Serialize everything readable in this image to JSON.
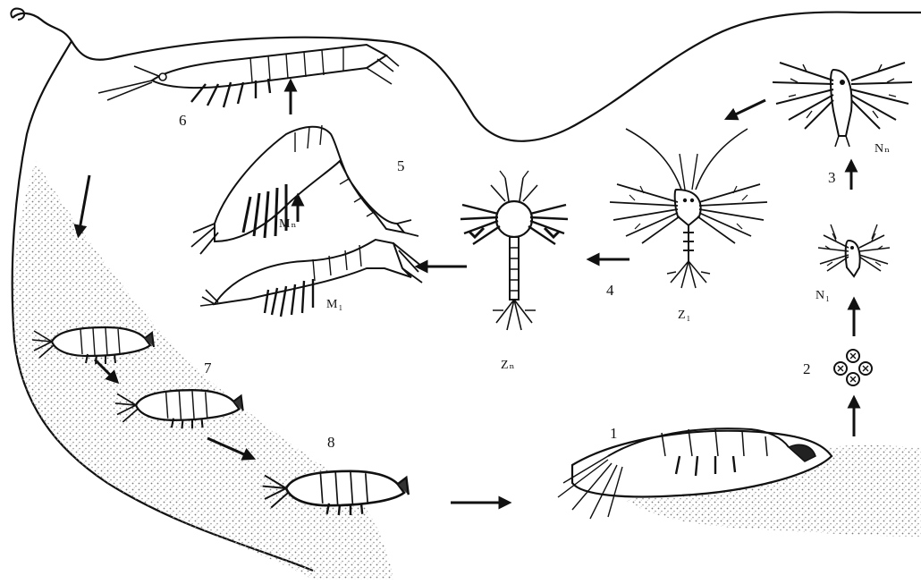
{
  "figure": {
    "labels": {
      "stage_1": "1",
      "stage_2": "2",
      "stage_3": "3",
      "stage_4": "4",
      "stage_5": "5",
      "stage_6": "6",
      "stage_7": "7",
      "stage_8": "8",
      "nauplius_1": "N₁",
      "nauplius_n": "Nₙ",
      "zoea_1": "Z₁",
      "zoea_n": "Zₙ",
      "mysis_1": "M₁",
      "mysis_n": "Mₙ"
    },
    "colors": {
      "ink": "#111111",
      "sediment": "#8a8a8a",
      "background": "#ffffff"
    }
  }
}
